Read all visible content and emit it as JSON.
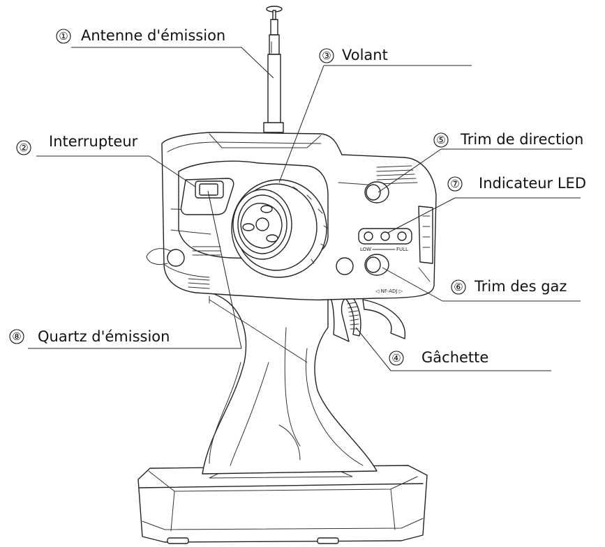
{
  "callouts": [
    {
      "num": "①",
      "label": "Antenne d'émission"
    },
    {
      "num": "②",
      "label": "Interrupteur"
    },
    {
      "num": "③",
      "label": "Volant"
    },
    {
      "num": "④",
      "label": "Gâchette"
    },
    {
      "num": "⑤",
      "label": "Trim de direction"
    },
    {
      "num": "⑥",
      "label": "Trim des gaz"
    },
    {
      "num": "⑦",
      "label": "Indicateur LED"
    },
    {
      "num": "⑧",
      "label": "Quartz d'émission"
    }
  ],
  "device_text": {
    "low": "LOW",
    "full": "FULL",
    "nf_adj": "◁ NF-ADJ ▷"
  }
}
